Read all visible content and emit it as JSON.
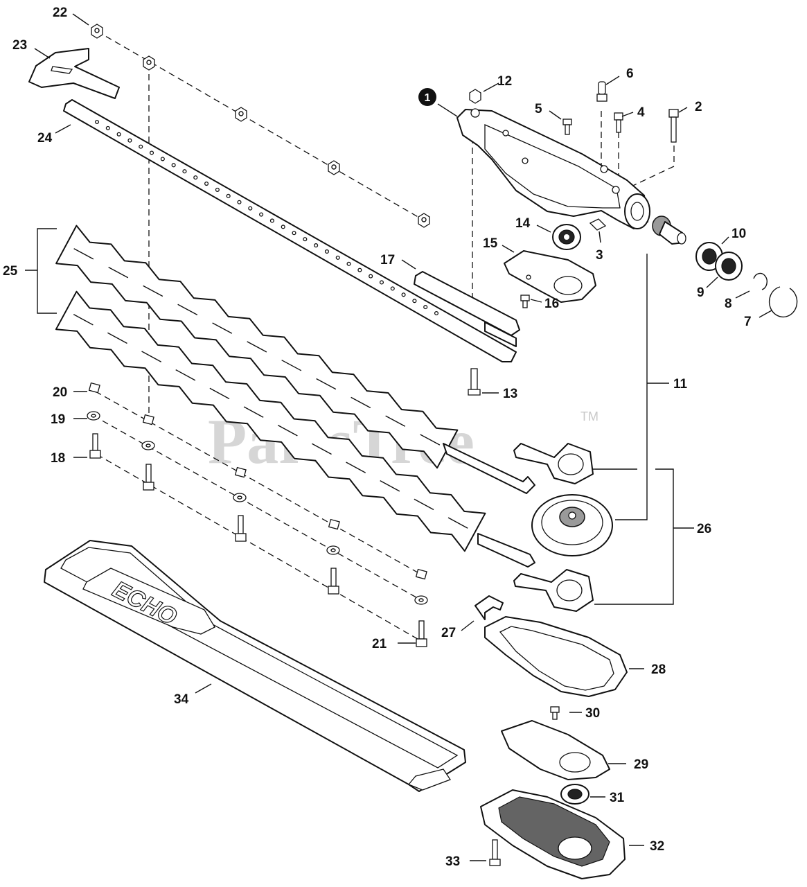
{
  "watermark": {
    "text": "PartsTree",
    "trademark": "TM"
  },
  "logo_text": "ECHO",
  "labels": [
    {
      "id": "1",
      "name": "part-label-1",
      "badge": true
    },
    {
      "id": "2",
      "name": "part-label-2"
    },
    {
      "id": "3",
      "name": "part-label-3"
    },
    {
      "id": "4",
      "name": "part-label-4"
    },
    {
      "id": "5",
      "name": "part-label-5"
    },
    {
      "id": "6",
      "name": "part-label-6"
    },
    {
      "id": "7",
      "name": "part-label-7"
    },
    {
      "id": "8",
      "name": "part-label-8"
    },
    {
      "id": "9",
      "name": "part-label-9"
    },
    {
      "id": "10",
      "name": "part-label-10"
    },
    {
      "id": "11",
      "name": "part-label-11"
    },
    {
      "id": "12",
      "name": "part-label-12"
    },
    {
      "id": "13",
      "name": "part-label-13"
    },
    {
      "id": "14",
      "name": "part-label-14"
    },
    {
      "id": "15",
      "name": "part-label-15"
    },
    {
      "id": "16",
      "name": "part-label-16"
    },
    {
      "id": "17",
      "name": "part-label-17"
    },
    {
      "id": "18",
      "name": "part-label-18"
    },
    {
      "id": "19",
      "name": "part-label-19"
    },
    {
      "id": "20",
      "name": "part-label-20"
    },
    {
      "id": "21",
      "name": "part-label-21"
    },
    {
      "id": "22",
      "name": "part-label-22"
    },
    {
      "id": "23",
      "name": "part-label-23"
    },
    {
      "id": "24",
      "name": "part-label-24"
    },
    {
      "id": "25",
      "name": "part-label-25"
    },
    {
      "id": "26",
      "name": "part-label-26"
    },
    {
      "id": "27",
      "name": "part-label-27"
    },
    {
      "id": "28",
      "name": "part-label-28"
    },
    {
      "id": "29",
      "name": "part-label-29"
    },
    {
      "id": "30",
      "name": "part-label-30"
    },
    {
      "id": "31",
      "name": "part-label-31"
    },
    {
      "id": "32",
      "name": "part-label-32"
    },
    {
      "id": "33",
      "name": "part-label-33"
    },
    {
      "id": "34",
      "name": "part-label-34"
    }
  ]
}
